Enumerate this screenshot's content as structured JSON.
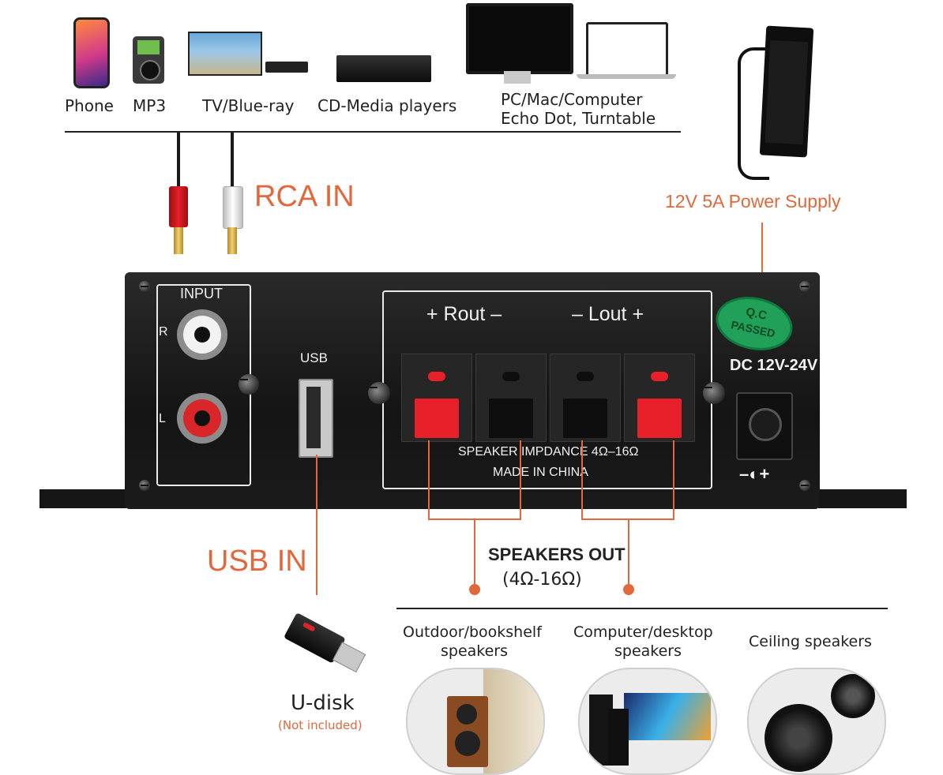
{
  "sources": {
    "phone": "Phone",
    "mp3": "MP3",
    "tv": "TV/Blue-ray",
    "cd": "CD-Media players",
    "pc_line1": "PC/Mac/Computer",
    "pc_line2": "Echo Dot, Turntable"
  },
  "callouts": {
    "rca_in": "RCA IN",
    "power_supply": "12V 5A Power Supply",
    "usb_in": "USB IN",
    "speakers_out": "SPEAKERS OUT",
    "speakers_out_range": "(4Ω-16Ω)"
  },
  "amp": {
    "input_label": "INPUT",
    "r": "R",
    "l": "L",
    "usb": "USB",
    "rout": "+  Rout  –",
    "lout": "–  Lout  +",
    "impedance": "SPEAKER IMPDANCE 4Ω–16Ω",
    "made_in": "MADE IN CHINA",
    "qc_line1": "Q.C",
    "qc_line2": "PASSED",
    "dc_rating": "DC 12V-24V",
    "dc_polarity": "–◐+"
  },
  "speakers": {
    "outdoor_line1": "Outdoor/bookshelf",
    "outdoor_line2": "speakers",
    "computer_line1": "Computer/desktop",
    "computer_line2": "speakers",
    "ceiling": "Ceiling speakers"
  },
  "udisk": {
    "label": "U-disk",
    "note": "(Not included)"
  },
  "colors": {
    "accent": "#e2683c",
    "amp_body": "#1a1a1a",
    "terminal_red": "#e8202a"
  }
}
